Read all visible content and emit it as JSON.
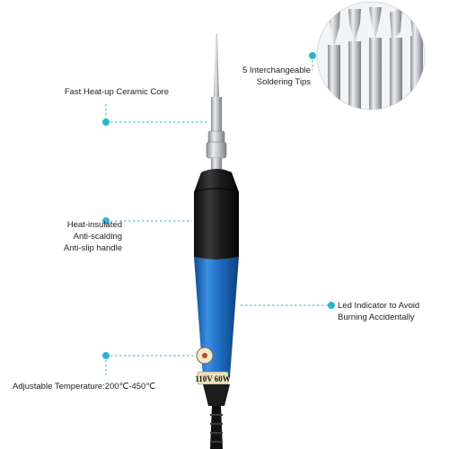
{
  "callouts": {
    "tips": {
      "lines": [
        "5 Interchangeable",
        "Soldering Tips"
      ]
    },
    "core": {
      "lines": [
        "Fast Heat-up Ceramic Core"
      ]
    },
    "handle": {
      "lines": [
        "Heat-insulated",
        "Anti-scalding",
        "Anti-slip handle"
      ]
    },
    "led": {
      "lines": [
        "Led Indicator to Avoid",
        "Burning Accidentally"
      ]
    },
    "temp": {
      "lines": [
        "Adjustable Temperature:200℃-450℃"
      ]
    }
  },
  "iron": {
    "rating_text": "110V 60W"
  },
  "colors": {
    "accent": "#2bb5c9",
    "handle_blue": "#1f6fc4",
    "grip_black": "#1b1b1b",
    "metal": "#b9bcc0"
  }
}
